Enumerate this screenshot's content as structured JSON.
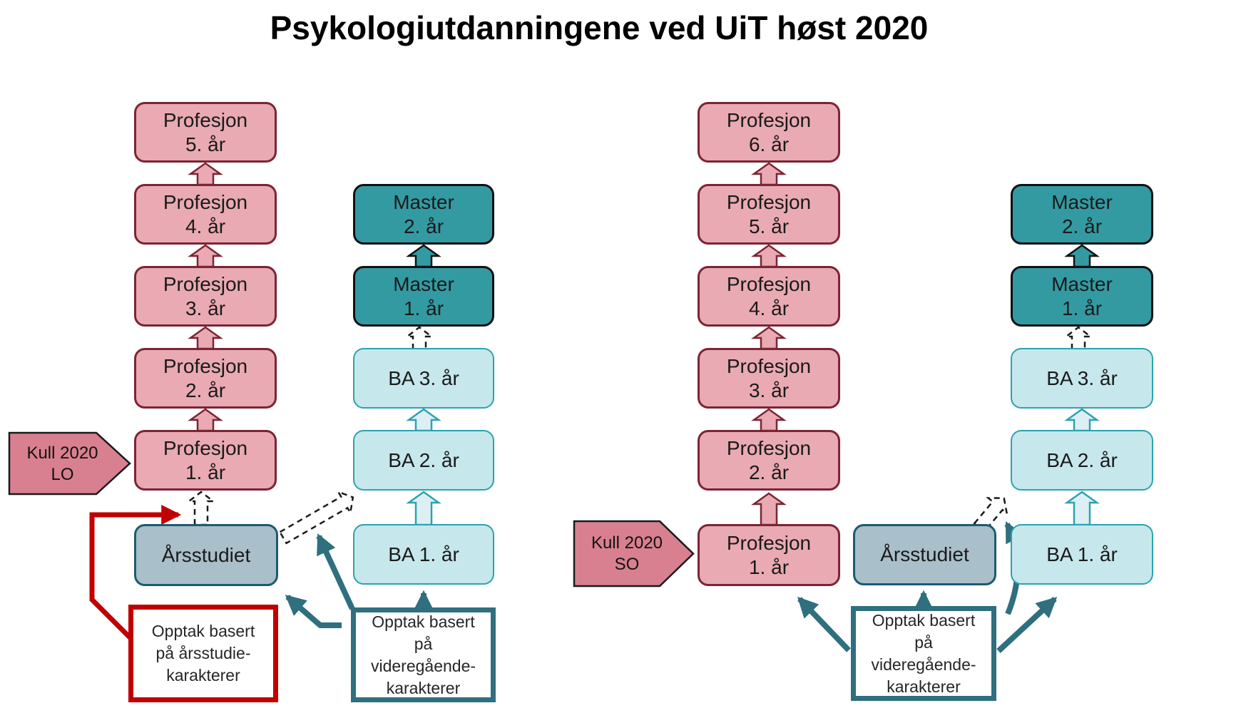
{
  "title": "Psykologiutdanningene ved UiT høst 2020",
  "colors": {
    "pink_fill": "#e9aab3",
    "pink_border": "#7c2433",
    "kull_fill": "#d8808f",
    "kull_border": "#1a1a1a",
    "master_fill": "#339aa2",
    "master_border": "#111111",
    "ba_fill": "#c6e7ec",
    "ba_border": "#2ba3b0",
    "ba_arrow_fill": "#ddeff3",
    "aars_fill": "#a9bfca",
    "aars_border": "#1d5a70",
    "red": "#c00000",
    "teal": "#2f6f7e",
    "text": "#1a1a1a"
  },
  "left": {
    "profesjon": [
      {
        "l1": "Profesjon",
        "l2": "5. år"
      },
      {
        "l1": "Profesjon",
        "l2": "4. år"
      },
      {
        "l1": "Profesjon",
        "l2": "3. år"
      },
      {
        "l1": "Profesjon",
        "l2": "2. år"
      },
      {
        "l1": "Profesjon",
        "l2": "1. år"
      }
    ],
    "aarsstudiet": "Årsstudiet",
    "master": [
      {
        "l1": "Master",
        "l2": "2. år"
      },
      {
        "l1": "Master",
        "l2": "1. år"
      }
    ],
    "ba": [
      "BA 3. år",
      "BA 2. år",
      "BA 1. år"
    ],
    "kull": {
      "l1": "Kull 2020",
      "l2": "LO"
    },
    "note_red": [
      "Opptak basert",
      "på årsstudie-",
      "karakterer"
    ],
    "note_teal": [
      "Opptak basert",
      "på",
      "videregående-",
      "karakterer"
    ]
  },
  "right": {
    "profesjon": [
      {
        "l1": "Profesjon",
        "l2": "6. år"
      },
      {
        "l1": "Profesjon",
        "l2": "5. år"
      },
      {
        "l1": "Profesjon",
        "l2": "4. år"
      },
      {
        "l1": "Profesjon",
        "l2": "3. år"
      },
      {
        "l1": "Profesjon",
        "l2": "2. år"
      },
      {
        "l1": "Profesjon",
        "l2": "1. år"
      }
    ],
    "aarsstudiet": "Årsstudiet",
    "master": [
      {
        "l1": "Master",
        "l2": "2. år"
      },
      {
        "l1": "Master",
        "l2": "1. år"
      }
    ],
    "ba": [
      "BA 3. år",
      "BA 2. år",
      "BA 1. år"
    ],
    "kull": {
      "l1": "Kull 2020",
      "l2": "SO"
    },
    "note_teal": [
      "Opptak basert",
      "på",
      "videregående-",
      "karakterer"
    ]
  }
}
